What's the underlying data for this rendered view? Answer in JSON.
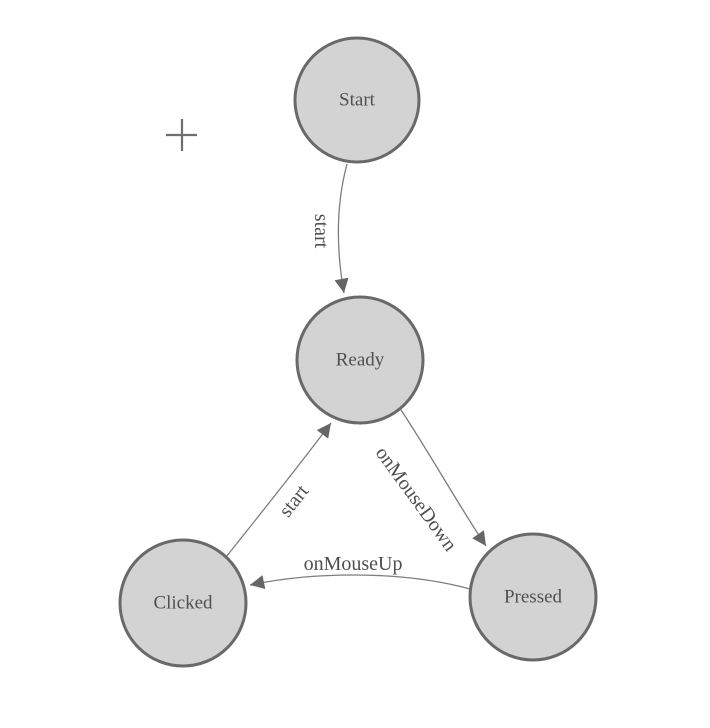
{
  "diagram": {
    "type": "state-machine",
    "colors": {
      "background": "#ffffff",
      "node_fill": "#d3d3d3",
      "node_stroke": "#696969",
      "edge": "#7d7d7d",
      "arrow": "#666666",
      "text": "#4f4f4f",
      "crosshair": "#6e6e6e"
    },
    "nodes": [
      {
        "id": "start",
        "label": "Start"
      },
      {
        "id": "ready",
        "label": "Ready"
      },
      {
        "id": "clicked",
        "label": "Clicked"
      },
      {
        "id": "pressed",
        "label": "Pressed"
      }
    ],
    "edges": [
      {
        "from": "start",
        "to": "ready",
        "label": "start"
      },
      {
        "from": "clicked",
        "to": "ready",
        "label": "start"
      },
      {
        "from": "ready",
        "to": "pressed",
        "label": "onMouseDown"
      },
      {
        "from": "pressed",
        "to": "clicked",
        "label": "onMouseUp"
      }
    ],
    "cursor": {
      "icon": "plus-crosshair-icon"
    }
  }
}
